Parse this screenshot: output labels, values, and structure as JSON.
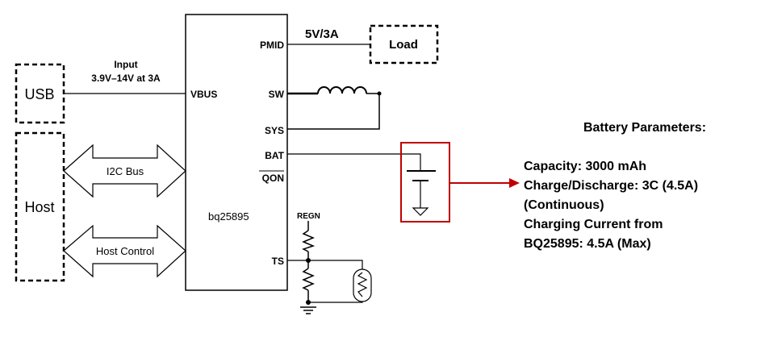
{
  "chip": {
    "name": "bq25895",
    "pins": {
      "pmid": "PMID",
      "vbus": "VBUS",
      "sw": "SW",
      "sys": "SYS",
      "bat": "BAT",
      "qon": "QON",
      "ts": "TS",
      "regn": "REGN"
    }
  },
  "usb": {
    "label": "USB"
  },
  "host": {
    "label": "Host",
    "i2c_label": "I2C Bus",
    "control_label": "Host Control"
  },
  "input": {
    "label": "Input",
    "range": "3.9V–14V at 3A"
  },
  "load": {
    "label": "Load",
    "rating": "5V/3A"
  },
  "battery_params": {
    "title": "Battery Parameters:",
    "lines": [
      "Capacity: 3000 mAh",
      "Charge/Discharge: 3C (4.5A)",
      "(Continuous)",
      "Charging Current from",
      "BQ25895: 4.5A (Max)"
    ]
  },
  "colors": {
    "highlight": "#c00000",
    "line": "#000000"
  }
}
